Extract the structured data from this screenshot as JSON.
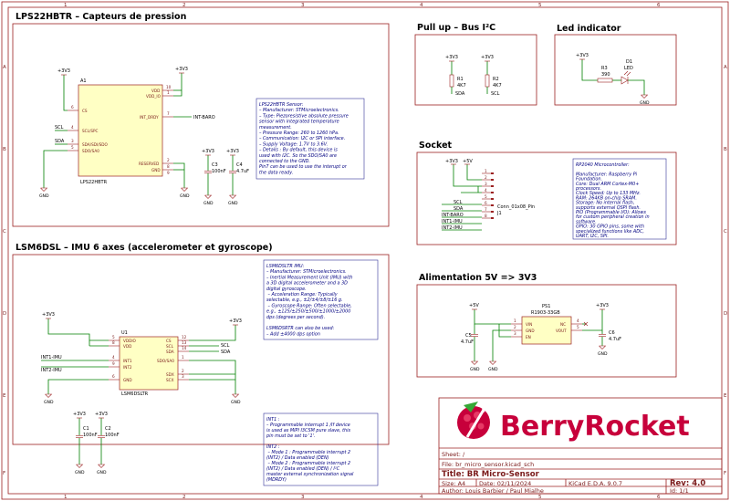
{
  "sections": {
    "lps": "LPS22HBTR – Capteurs de pression",
    "pullup": "Pull up – Bus I²C",
    "led": "Led indicator",
    "socket": "Socket",
    "lsm": "LSM6DSL – IMU 6 axes (accelerometer et gyroscope)",
    "alim": "Alimentation 5V => 3V3"
  },
  "power": {
    "v33": "+3V3",
    "v5": "+5V",
    "gnd": "GND"
  },
  "lps": {
    "ref": "A1",
    "value": "LPS22HBTR",
    "pins": {
      "vdd": "VDD",
      "vddio": "VDD_IO",
      "cs": "CS",
      "sclspc": "SCL/SPC",
      "sdasdi": "SDA/SDI/SDO",
      "sdosa0": "SDO/SA0",
      "int": "INT_DRDY",
      "res": "RESERVED",
      "gnd": "GND"
    },
    "pinnums": {
      "p10": "10",
      "p1": "1",
      "p6": "6",
      "p4": "4",
      "p3": "3",
      "p5": "5",
      "p7": "7",
      "p2": "2",
      "p8": "8",
      "p9": "9"
    },
    "nets": {
      "scl": "SCL",
      "sda": "SDA",
      "intbaro": "INT-BARO"
    },
    "c3": {
      "ref": "C3",
      "value": "100nF"
    },
    "c4": {
      "ref": "C4",
      "value": "4.7uF"
    },
    "note": [
      "LPS22HBTR Sensor:",
      "– Manufacturer: STMicroelectronics.",
      "– Type: Piezoresistive absolute pressure",
      "sensor with integrated temperature",
      "measurement.",
      "– Pressure Range: 260 to 1260 hPa.",
      "– Communication: I2C or SPI interface.",
      "– Supply Voltage: 1.7V to 3.6V.",
      "– Details : By default, this device is",
      "used with I2C. So the SDO/SA0 are",
      "connected to the GND.",
      "Pin7 can be used to use the interupt or",
      "the data ready."
    ]
  },
  "pullup": {
    "r1": {
      "ref": "R1",
      "value": "4K7",
      "net": "SDA"
    },
    "r2": {
      "ref": "R2",
      "value": "4K7",
      "net": "SCL"
    }
  },
  "led": {
    "r3": {
      "ref": "R3",
      "value": "390"
    },
    "d1": {
      "ref": "D1",
      "value": "LED"
    }
  },
  "socket": {
    "ref": "J1",
    "value": "Conn_01x08_Pin",
    "pins": [
      "1",
      "2",
      "3",
      "4",
      "5",
      "6",
      "7",
      "8"
    ],
    "nets": [
      "SCL",
      "SDA",
      "INT-BARO",
      "INT1-IMU",
      "INT2-IMU"
    ],
    "note": [
      "RP2040 Microcontroller:",
      "",
      "Manufacturer: Raspberry Pi",
      "Foundation.",
      "Core: Dual ARM Cortex-M0+",
      "processors.",
      "Clock Speed: Up to 133 MHz.",
      "RAM: 264KB on-chip SRAM.",
      "Storage: No internal flash,",
      "supports external QSPI flash.",
      "PIO (Programmable I/O): Allows",
      "for custom peripheral creation in",
      "software.",
      "GPIO: 30 GPIO pins, some with",
      "specialized functions like ADC,",
      "UART, I2C, SPI."
    ]
  },
  "lsm": {
    "ref": "U1",
    "value": "LSM6DSLTR",
    "pins": {
      "vddio": "VDDIO",
      "vdd": "VDD",
      "int1": "INT1",
      "int2": "INT2",
      "gnd": "GND",
      "cs": "CS",
      "scl": "SCL",
      "sda": "SDA",
      "sdo": "SDO/SA0",
      "sdx": "SDX",
      "scx": "SCX"
    },
    "pinnums": {
      "p5": "5",
      "p8": "8",
      "p4": "4",
      "p9": "9",
      "p6": "6",
      "p12": "12",
      "p13": "13",
      "p14": "14",
      "p1": "1",
      "p2": "2",
      "p3": "3"
    },
    "nets": {
      "int1": "INT1-IMU",
      "int2": "INT2-IMU",
      "scl": "SCL",
      "sda": "SDA"
    },
    "c1": {
      "ref": "C1",
      "value": "100nF"
    },
    "c2": {
      "ref": "C2",
      "value": "100nF"
    },
    "note": [
      "LSM6DSLTR IMU:",
      "– Manufacturer: STMicroelectronics.",
      "– Inertial Measurement Unit (IMU) with",
      "a 3D digital accelerometer and a 3D",
      "digital gyroscope.",
      "   – Acceleration Range: Typically",
      "selectable, e.g., ±2/±4/±8/±16 g.",
      "   – Gyroscope Range: Often selectable,",
      "e.g., ±125/±250/±500/±1000/±2000",
      "dps (degrees per second).",
      "",
      "LSM6DSRTR can also be used:",
      "– Add ±4000 dps option"
    ],
    "note2": [
      "INT1 :",
      "– Programmable interrupt 1 /If device",
      "is used as MIPI I3CSM pure slave, this",
      "pin must be set to '1'.",
      "",
      "INT2 :",
      "   – Mode 1 : Programmable interrupt 2",
      "(INT2) / Data enabled (DEN)",
      "   – Mode 2 : Programmable interrupt 2",
      "(INT2) / Data enabled (DEN) / I²C",
      "master external synchronization signal",
      "(MDRDY)"
    ]
  },
  "alim": {
    "ref": "PS1",
    "value": "R1903-33GB",
    "pins": {
      "vin": "VIN",
      "gnd": "GND",
      "en": "EN",
      "nc": "NC",
      "vout": "VOUT"
    },
    "pinnums": {
      "p1": "1",
      "p2": "2",
      "p3": "3",
      "p4": "4",
      "p5": "5"
    },
    "c5": {
      "ref": "C5",
      "value": "4.7uF"
    },
    "c6": {
      "ref": "C6",
      "value": "4.7uF"
    }
  },
  "logo": {
    "text": "BerryRocket"
  },
  "titleblock": {
    "sheet": "Sheet: /",
    "file": "File: br_micro_sensor.kicad_sch",
    "title": "Title: BR Micro-Sensor",
    "size": "Size: A4",
    "date": "Date: 02/11/2024",
    "kicad": "KiCad E.D.A. 9.0.7",
    "rev": "Rev: 4.0",
    "author": "Author: Louis Barbier / Paul Mialhe",
    "id": "Id: 1/1"
  },
  "grid": {
    "cols": [
      "1",
      "2",
      "3",
      "4",
      "5",
      "6"
    ],
    "rows": [
      "A",
      "B",
      "C",
      "D",
      "E",
      "F"
    ]
  }
}
